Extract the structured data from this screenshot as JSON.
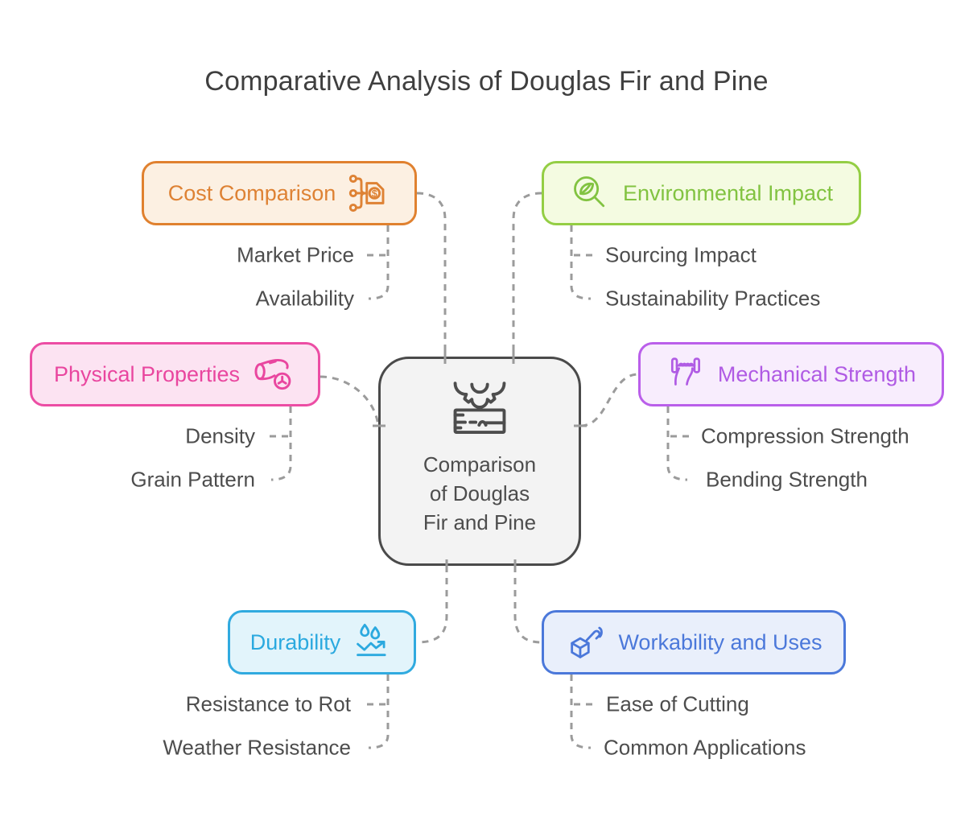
{
  "title": "Comparative Analysis of Douglas Fir and Pine",
  "colors": {
    "connector": "#9b9b9b",
    "subtopic_text": "#4d4d4d",
    "title_text": "#3f3f3f"
  },
  "center": {
    "icon": "lumber-icon",
    "lines": {
      "l1": "Comparison",
      "l2": "of Douglas",
      "l3": "Fir and Pine"
    },
    "colors": {
      "border": "#4a4a4a",
      "fill": "#f3f3f3",
      "text": "#4d4d4d"
    }
  },
  "branches": [
    {
      "label": "Cost Comparison",
      "icon": "price-structure-icon",
      "colors": {
        "border": "#e0812f",
        "fill": "#fcf0e2",
        "text": "#de8234"
      },
      "children": [
        "Market Price",
        "Availability"
      ]
    },
    {
      "label": "Environmental Impact",
      "icon": "leaf-magnifier-icon",
      "colors": {
        "border": "#94ce44",
        "fill": "#f4fbe1",
        "text": "#82c341"
      },
      "children": [
        "Sourcing Impact",
        "Sustainability Practices"
      ]
    },
    {
      "label": "Physical Properties",
      "icon": "wood-log-icon",
      "colors": {
        "border": "#ec4da4",
        "fill": "#fce3f2",
        "text": "#e9469f"
      },
      "children": [
        "Density",
        "Grain Pattern"
      ]
    },
    {
      "label": "Mechanical Strength",
      "icon": "hand-dumbbell-icon",
      "colors": {
        "border": "#ba5fea",
        "fill": "#f8edfd",
        "text": "#b05be4"
      },
      "children": [
        "Compression Strength",
        "Bending Strength"
      ]
    },
    {
      "label": "Durability",
      "icon": "water-resistant-icon",
      "colors": {
        "border": "#30aadf",
        "fill": "#e2f4fb",
        "text": "#2ba9df"
      },
      "children": [
        "Resistance to Rot",
        "Weather Resistance"
      ]
    },
    {
      "label": "Workability and Uses",
      "icon": "cube-pen-icon",
      "colors": {
        "border": "#4b78da",
        "fill": "#e9effb",
        "text": "#4b78da"
      },
      "children": [
        "Ease of Cutting",
        "Common Applications"
      ]
    }
  ]
}
